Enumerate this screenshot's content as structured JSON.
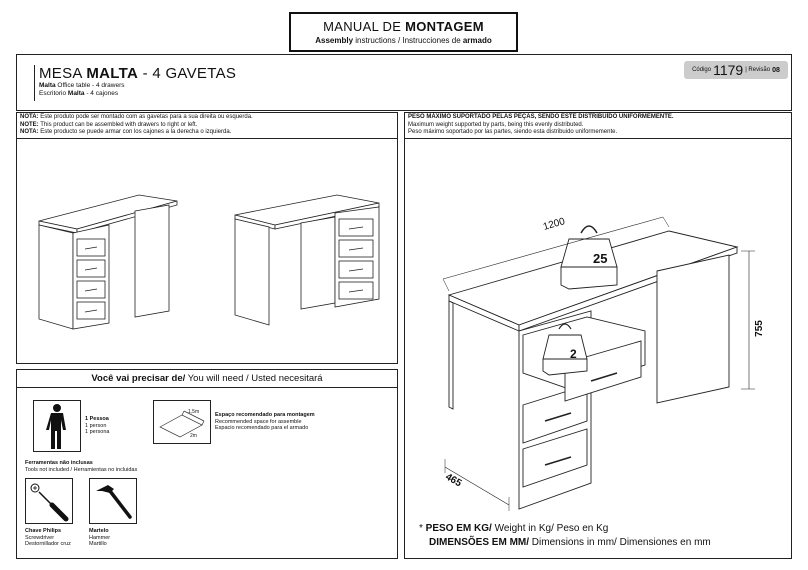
{
  "header": {
    "title_light": "MANUAL DE ",
    "title_bold": "MONTAGEM",
    "sub_bold1": "Assembly",
    "sub_light1": " instructions  /  Instrucciones de ",
    "sub_bold2": "armado"
  },
  "product": {
    "name_light": "MESA ",
    "name_bold": "MALTA",
    "name_suffix": "  - 4 GAVETAS",
    "en_bold": "Malta",
    "en_text": " Office table  - 4 drawers",
    "es_prefix": "Escritorio ",
    "es_bold": "Malta",
    "es_text": " - 4 cajones",
    "code_label": "Código",
    "code": "1179",
    "rev_label": "| Revisão",
    "rev": "08"
  },
  "notes": [
    {
      "label": "NOTA:",
      "text": " Este produto pode ser montado com as gavetas para a sua direita ou esquerda."
    },
    {
      "label": "NOTE:",
      "text": " This product can be assembled with drawers to right or left."
    },
    {
      "label": "NOTA:",
      "text": " Este producto se puede armar con los cajones a la derecha o izquierda."
    }
  ],
  "weight": {
    "line1": "PESO MÁXIMO SUPORTADO PELAS PEÇAS, SENDO ESTE DISTRIBUÍDO UNIFORMEMENTE.",
    "line2": "Maximum weight supported by parts, being this evenly distributed.",
    "line3": "Peso máximo soportado por las partes, siendo esta distribuido uniformemente.",
    "top_kg": "25",
    "drawer_kg": "2"
  },
  "dimensions": {
    "width": "1200",
    "height": "755",
    "depth": "465"
  },
  "bottom": {
    "star": "* ",
    "peso_bold": "PESO EM KG/",
    "peso_light": " Weight in Kg/ Peso en Kg",
    "dim_bold": "DIMENSÕES EM MM/",
    "dim_light": " Dimensions in mm/ Dimensiones en mm"
  },
  "need": {
    "bold": "Você vai precisar de/",
    "light": " You will need / Usted necesitará",
    "person_bold": "1 Pessoa",
    "person_en": "1 person",
    "person_es": "1 persona",
    "space_bold": "Espaço recomendado para montagem",
    "space_en": "Recommended space for assemble",
    "space_es": "Espacio recomendado para el armado",
    "space_w": "1,5m",
    "space_d": "2m",
    "tools_bold": "Ferramentas não inclusas",
    "tools_text": "Tools not included / Herramientas no incluidas",
    "tool1_bold": "Chave Philips",
    "tool1_en": "Screwdriver",
    "tool1_es": "Destornillador cruz",
    "tool2_bold": "Martelo",
    "tool2_en": "Hammer",
    "tool2_es": "Martillo"
  }
}
